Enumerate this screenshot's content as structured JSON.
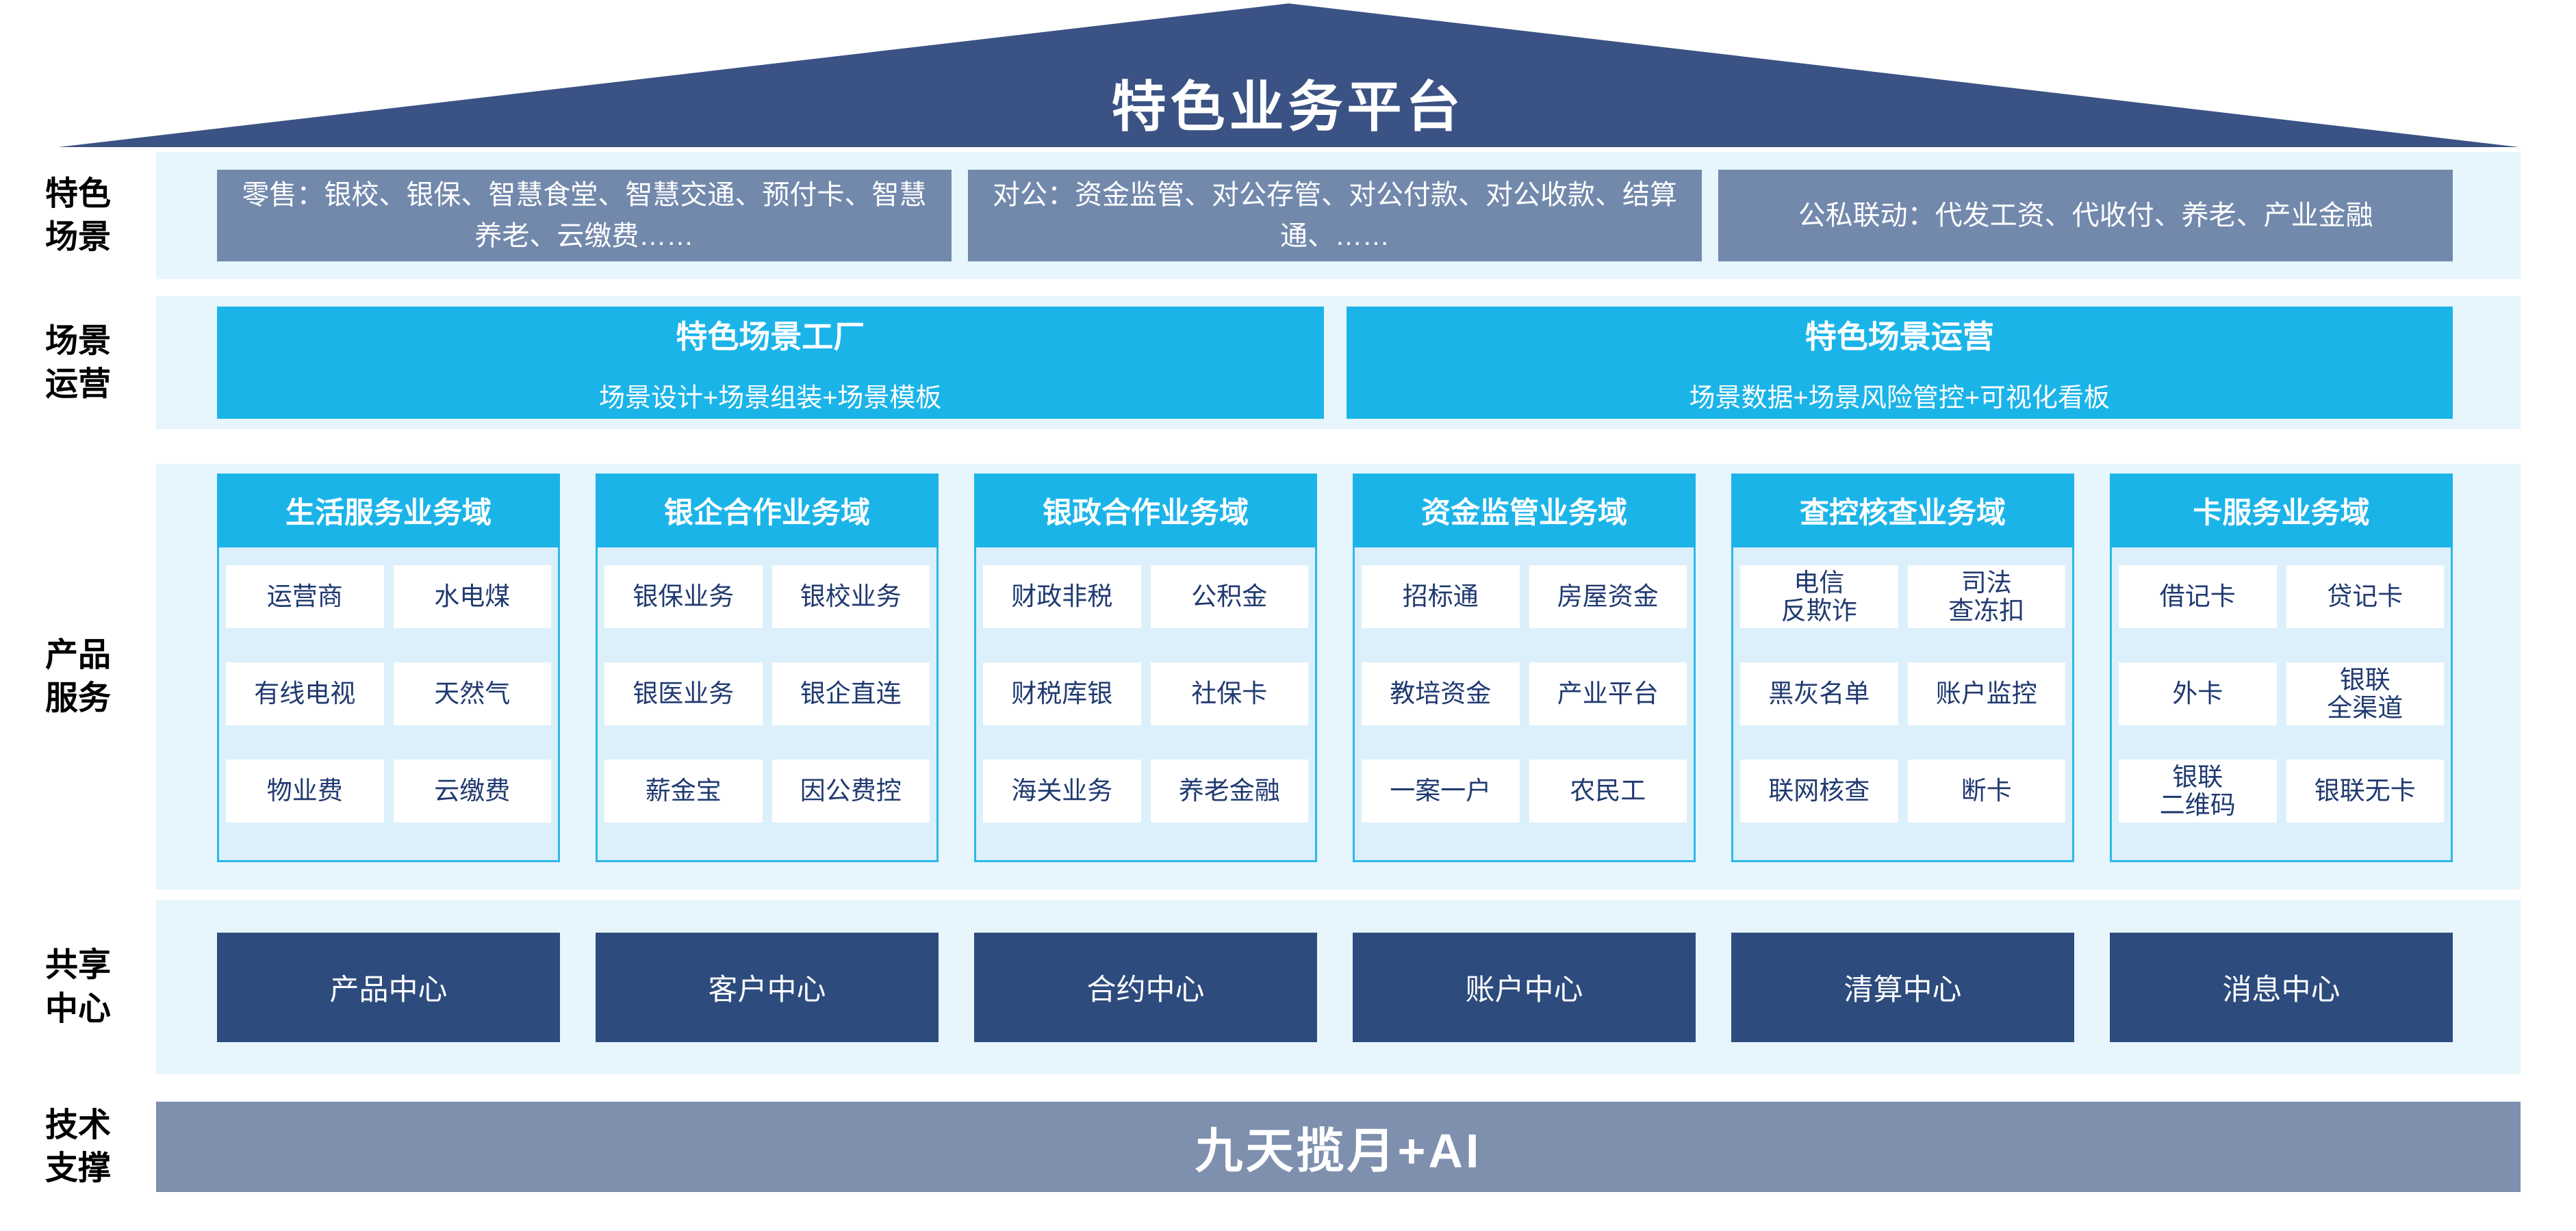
{
  "title": "特色业务平台",
  "colors": {
    "roof_navy": "#3b5284",
    "band_light_blue": "#e7f5fc",
    "scene_gray_blue": "#7289ac",
    "cyan_accent": "#1bb4e9",
    "column_body_blue": "#dbf0fa",
    "column_border_cyan": "#2cb8ea",
    "chip_text_navy": "#203a70",
    "center_navy": "#2d4b7d",
    "tech_bar_gray_blue": "#7e90ae"
  },
  "side_labels": [
    {
      "text": "特色\n场景"
    },
    {
      "text": "场景\n运营"
    },
    {
      "text": "产品\n服务"
    },
    {
      "text": "共享\n中心"
    },
    {
      "text": "技术\n支撑"
    }
  ],
  "scene_row": {
    "boxes": [
      "零售：银校、银保、智慧食堂、智慧交通、预付卡、智慧养老、云缴费……",
      "对公：资金监管、对公存管、对公付款、对公收款、结算通、……",
      "公私联动：代发工资、代收付、养老、产业金融"
    ]
  },
  "operation_row": {
    "boxes": [
      {
        "title": "特色场景工厂",
        "subtitle": "场景设计+场景组装+场景模板"
      },
      {
        "title": "特色场景运营",
        "subtitle": "场景数据+场景风险管控+可视化看板"
      }
    ]
  },
  "product_row": {
    "columns": [
      {
        "header": "生活服务业务域",
        "items": [
          "运营商",
          "水电煤",
          "有线电视",
          "天然气",
          "物业费",
          "云缴费"
        ]
      },
      {
        "header": "银企合作业务域",
        "items": [
          "银保业务",
          "银校业务",
          "银医业务",
          "银企直连",
          "薪金宝",
          "因公费控"
        ]
      },
      {
        "header": "银政合作业务域",
        "items": [
          "财政非税",
          "公积金",
          "财税库银",
          "社保卡",
          "海关业务",
          "养老金融"
        ]
      },
      {
        "header": "资金监管业务域",
        "items": [
          "招标通",
          "房屋资金",
          "教培资金",
          "产业平台",
          "一案一户",
          "农民工"
        ]
      },
      {
        "header": "查控核查业务域",
        "items": [
          "电信\n反欺诈",
          "司法\n查冻扣",
          "黑灰名单",
          "账户监控",
          "联网核查",
          "断卡"
        ]
      },
      {
        "header": "卡服务业务域",
        "items": [
          "借记卡",
          "贷记卡",
          "外卡",
          "银联\n全渠道",
          "银联\n二维码",
          "银联无卡"
        ]
      }
    ]
  },
  "share_row": {
    "boxes": [
      "产品中心",
      "客户中心",
      "合约中心",
      "账户中心",
      "清算中心",
      "消息中心"
    ]
  },
  "tech_row": {
    "label": "九天揽月+AI"
  }
}
